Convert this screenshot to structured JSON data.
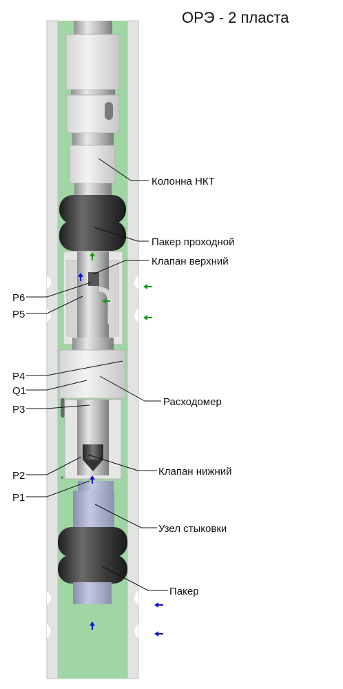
{
  "title": "ОРЭ - 2 пласта",
  "callouts": {
    "nkt": "Колонна НКТ",
    "packer_pass": "Пакер проходной",
    "valve_upper": "Клапан верхний",
    "flowmeter": "Расходомер",
    "valve_lower": "Клапан нижний",
    "docking": "Узел стыковки",
    "packer": "Пакер"
  },
  "points": {
    "p6": "P6",
    "p5": "P5",
    "p4": "P4",
    "q1": "Q1",
    "p3": "P3",
    "p2": "P2",
    "p1": "P1"
  },
  "colors": {
    "annulus": "#9fd6a4",
    "casing": "#e4e4e4",
    "tubing": "#c8c8c8",
    "packer": "#3a3a3a",
    "docking_unit": "#a7acc8",
    "arrow_green": "#119c11",
    "arrow_blue": "#1414c8"
  }
}
